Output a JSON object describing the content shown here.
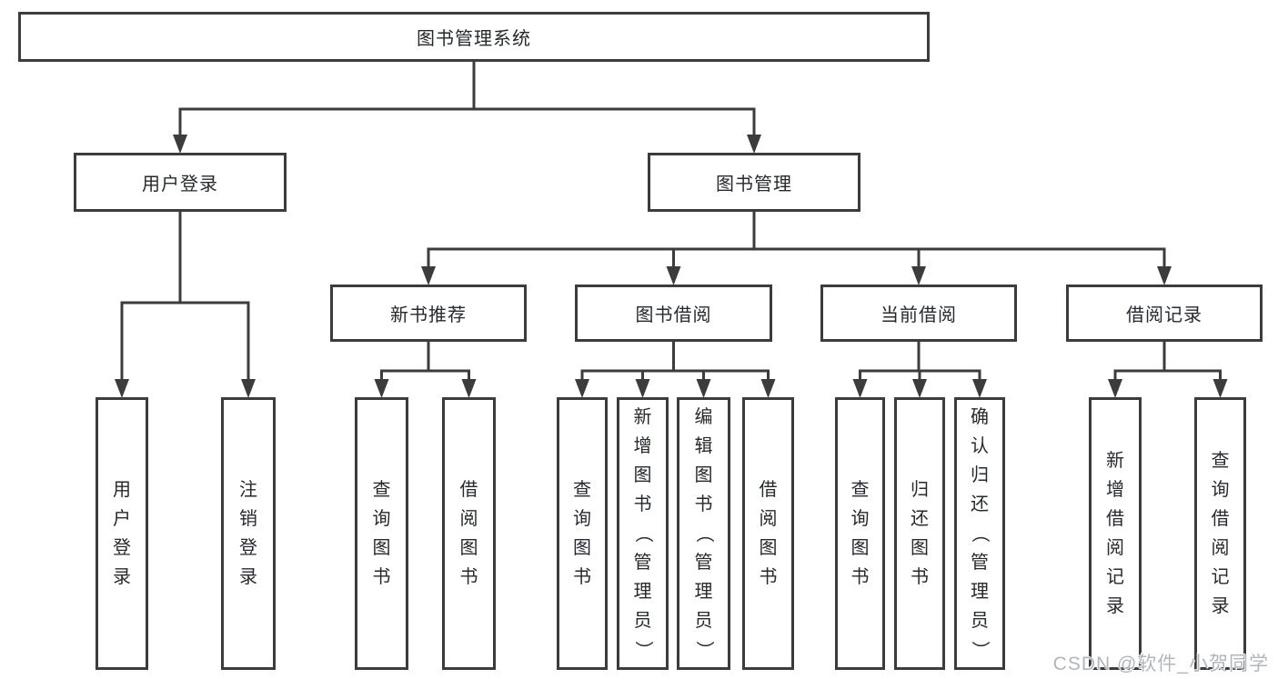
{
  "diagram": {
    "nodes": {
      "root": "图书管理系统",
      "user_login": "用户登录",
      "book_mgmt": "图书管理",
      "new_book_rec": "新书推荐",
      "book_borrow": "图书借阅",
      "current_borrow": "当前借阅",
      "borrow_record": "借阅记录",
      "g1_user_login": "用户登录",
      "g1_logout": "注销登录",
      "g2_query": "查询图书",
      "g2_borrow": "借阅图书",
      "g3_query": "查询图书",
      "g3_add": "新增图书（管理员）",
      "g3_edit": "编辑图书（管理员）",
      "g3_borrow": "借阅图书",
      "g4_query": "查询图书",
      "g4_return": "归还图书",
      "g4_confirm": "确认归还（管理员）",
      "g5_add": "新增借阅记录",
      "g5_query": "查询借阅记录"
    },
    "hierarchy": {
      "图书管理系统": {
        "用户登录": [
          "用户登录",
          "注销登录"
        ],
        "图书管理": {
          "新书推荐": [
            "查询图书",
            "借阅图书"
          ],
          "图书借阅": [
            "查询图书",
            "新增图书（管理员）",
            "编辑图书（管理员）",
            "借阅图书"
          ],
          "当前借阅": [
            "查询图书",
            "归还图书",
            "确认归还（管理员）"
          ],
          "借阅记录": [
            "新增借阅记录",
            "查询借阅记录"
          ]
        }
      }
    },
    "colors": {
      "line": "#3c3c3c",
      "text": "#26292e",
      "background": "#ffffff",
      "watermark": "#b2b6ba"
    },
    "watermark": "CSDN @软件_小贺同学"
  }
}
